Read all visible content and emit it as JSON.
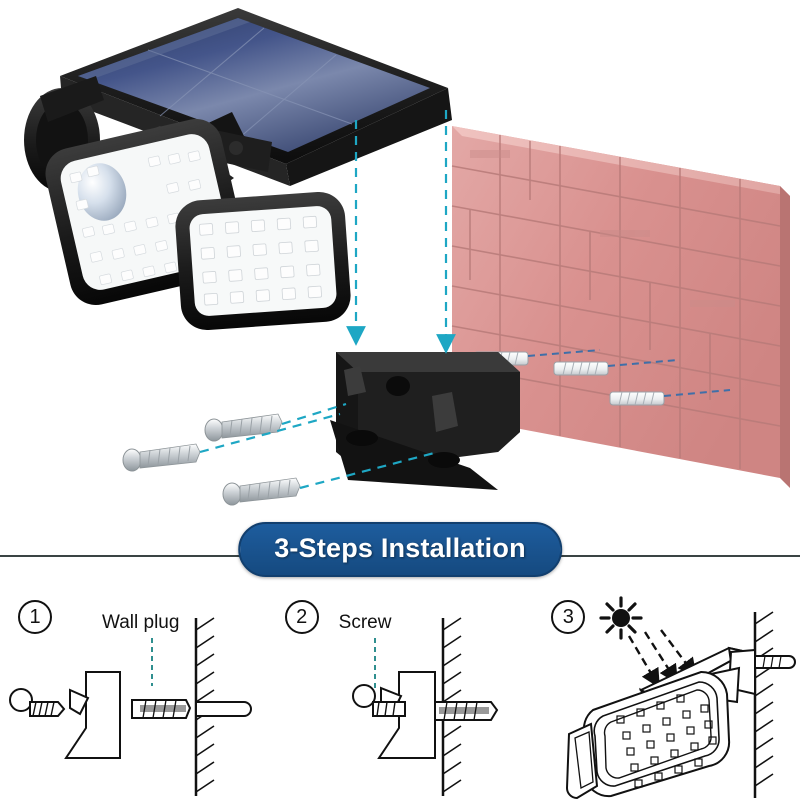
{
  "banner": {
    "title": "3-Steps Installation",
    "bg_color": "#1a5490",
    "text_color": "#ffffff",
    "divider_color": "#3a4444"
  },
  "product": {
    "name": "solar-motion-sensor-wall-light",
    "solar_panel_color": "#3c4d7a",
    "housing_color": "#1c1c1c",
    "led_color": "#ffffff",
    "sensor_color": "#cfd8e6",
    "bracket_color": "#232323",
    "screw_color": "#c9ced3",
    "wall_color": "#d99a9a",
    "wall_plug_color": "#f2f2f2",
    "guide_line_color": "#1ea7c4"
  },
  "steps": [
    {
      "number": "①",
      "number_plain": "1",
      "label": "Wall plug",
      "name": "step-wall-plug"
    },
    {
      "number": "②",
      "number_plain": "2",
      "label": "Screw",
      "name": "step-screw"
    },
    {
      "number": "③",
      "number_plain": "3",
      "label": "",
      "name": "step-mount-light"
    }
  ]
}
